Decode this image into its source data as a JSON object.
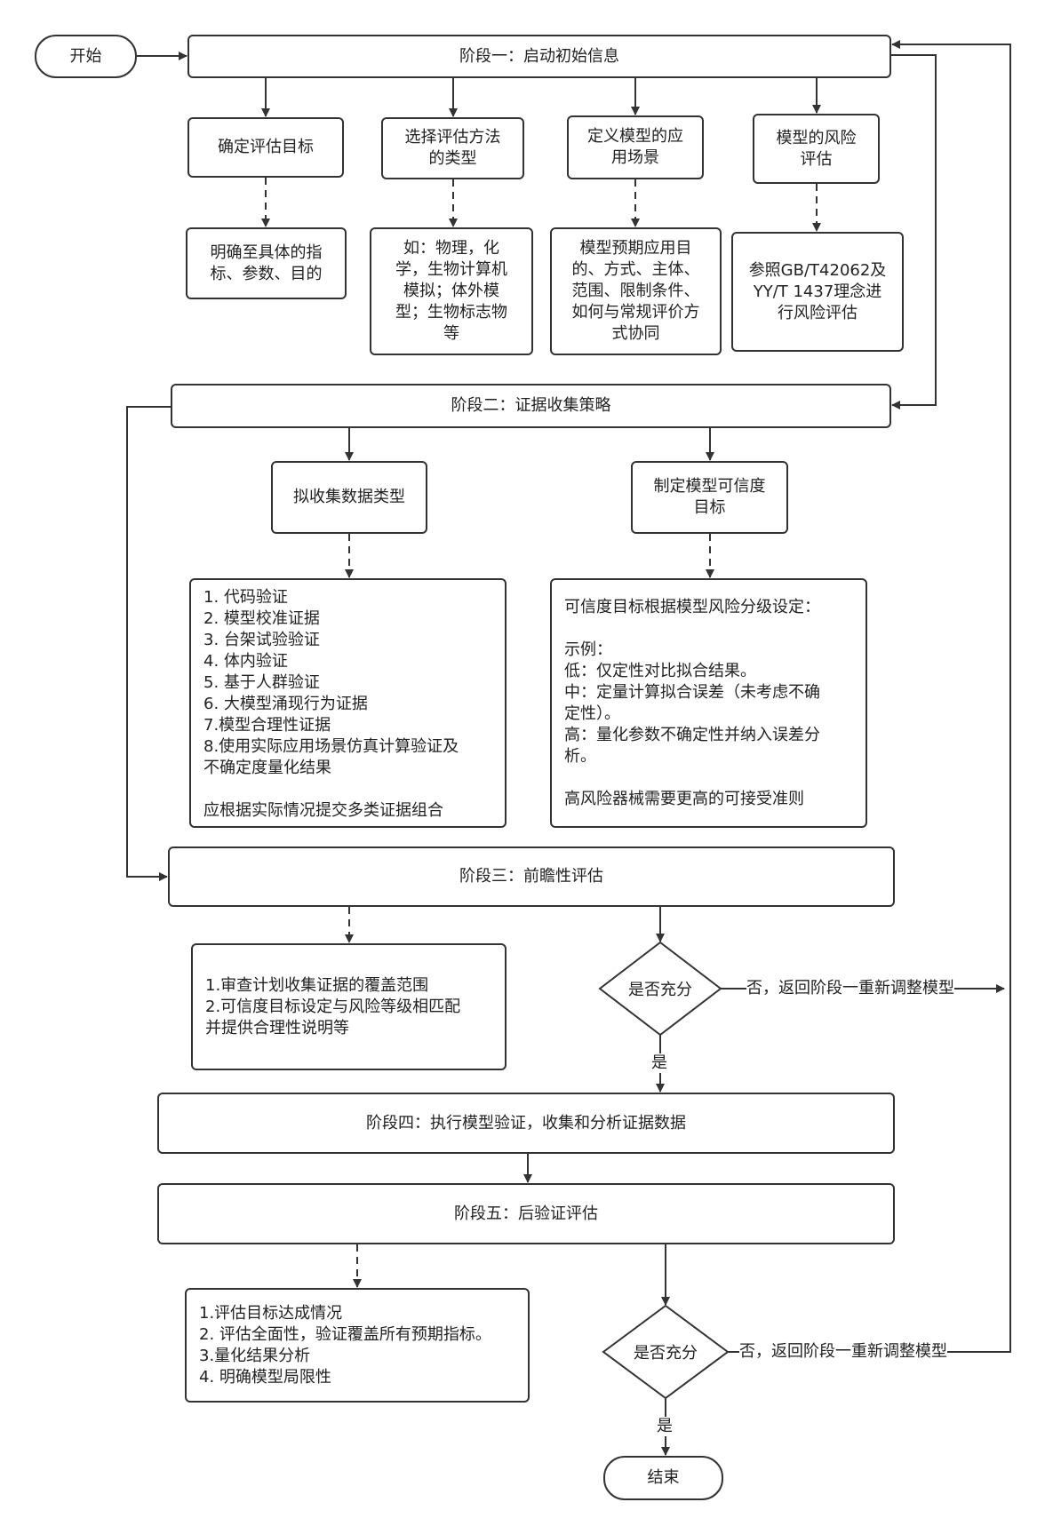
{
  "start": "开始",
  "end": "结束",
  "stage1": {
    "title": "阶段一：启动初始信息",
    "items": [
      {
        "label": "确定评估目标",
        "detail": "明确至具体的指\n标、参数、目的"
      },
      {
        "label": "选择评估方法\n的类型",
        "detail": "如：物理，化\n学，生物计算机\n模拟；体外模\n型；生物标志物\n等"
      },
      {
        "label": "定义模型的应\n用场景",
        "detail": "模型预期应用目\n的、方式、主体、\n范围、限制条件、\n如何与常规评价方\n式协同"
      },
      {
        "label": "模型的风险\n评估",
        "detail": "参照GB/T42062及\nYY/T 1437理念进\n行风险评估"
      }
    ]
  },
  "stage2": {
    "title": "阶段二：证据收集策略",
    "data_types": {
      "label": "拟收集数据类型",
      "detail": "1. 代码验证\n2. 模型校准证据\n3. 台架试验验证\n4. 体内验证\n5. 基于人群验证\n6. 大模型涌现行为证据\n7.模型合理性证据\n8.使用实际应用场景仿真计算验证及\n不确定度量化结果\n\n应根据实际情况提交多类证据组合"
    },
    "credibility": {
      "label": "制定模型可信度\n目标",
      "detail": "可信度目标根据模型风险分级设定：\n\n示例：\n低：仅定性对比拟合结果。\n中：定量计算拟合误差（未考虑不确\n定性）。\n高：量化参数不确定性并纳入误差分\n析。\n\n高风险器械需要更高的可接受准则"
    }
  },
  "stage3": {
    "title": "阶段三：前瞻性评估",
    "detail": "1.审查计划收集证据的覆盖范围\n2.可信度目标设定与风险等级相匹配\n并提供合理性说明等",
    "decision": "是否充分",
    "yes": "是",
    "no": "否，返回阶段一重新调整模型"
  },
  "stage4": {
    "title": "阶段四：执行模型验证，收集和分析证据数据"
  },
  "stage5": {
    "title": "阶段五：后验证评估",
    "detail": "1.评估目标达成情况\n2. 评估全面性，验证覆盖所有预期指标。\n3.量化结果分析\n4. 明确模型局限性",
    "decision": "是否充分",
    "yes": "是",
    "no": "否，返回阶段一重新调整模型"
  }
}
